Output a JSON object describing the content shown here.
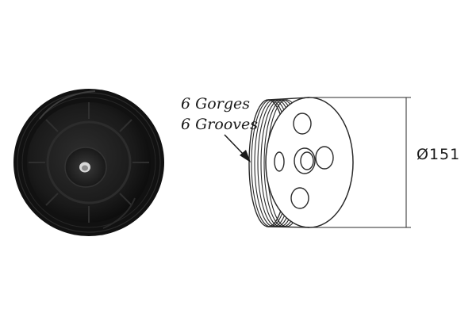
{
  "diagram": {
    "groove_label_fr": "6 Gorges",
    "groove_label_en": "6 Grooves",
    "diameter_label": "Ø151"
  },
  "colors": {
    "pulley_body": "#1c1c1c",
    "pulley_rim": "#0d0d0d",
    "line_drawing": "#2a2a2a",
    "background": "#ffffff"
  }
}
